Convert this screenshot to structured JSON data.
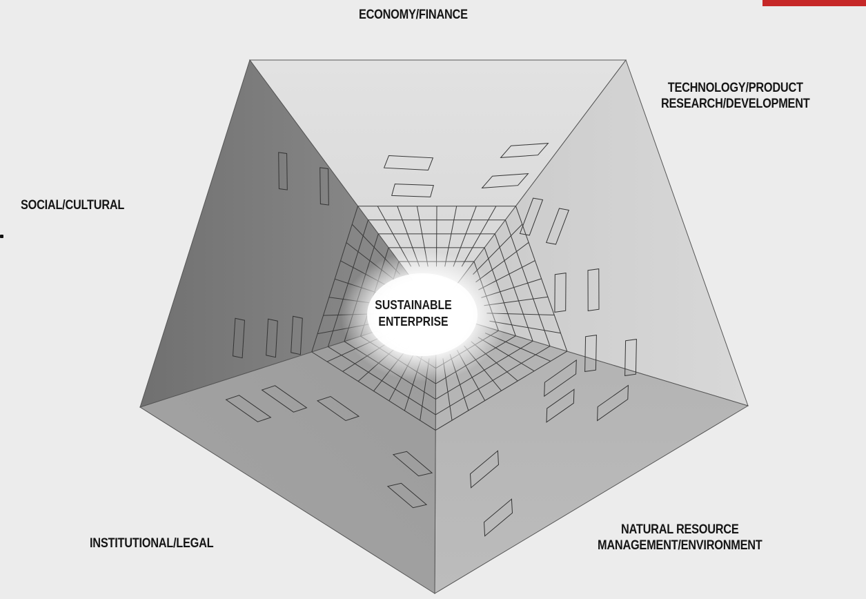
{
  "diagram": {
    "center": {
      "line1": "SUSTAINABLE",
      "line2": "ENTERPRISE"
    },
    "dimensions": {
      "economy": {
        "line1": "ECONOMY/FINANCE"
      },
      "technology": {
        "line1": "TECHNOLOGY/PRODUCT",
        "line2": "RESEARCH/DEVELOPMENT"
      },
      "social": {
        "line1": "SOCIAL/CULTURAL"
      },
      "institutional": {
        "line1": "INSTITUTIONAL/LEGAL"
      },
      "natural": {
        "line1": "NATURAL RESOURCE",
        "line2": "MANAGEMENT/ENVIRONMENT"
      }
    }
  },
  "colors": {
    "background": "#ececec",
    "face_top": "#dcdcdc",
    "face_right": "#d2d2d2",
    "face_bottom_right": "#b9b9b9",
    "face_bottom_left": "#a6a6a6",
    "face_left": "#7d7d7d",
    "accent_tab": "#c62828"
  }
}
